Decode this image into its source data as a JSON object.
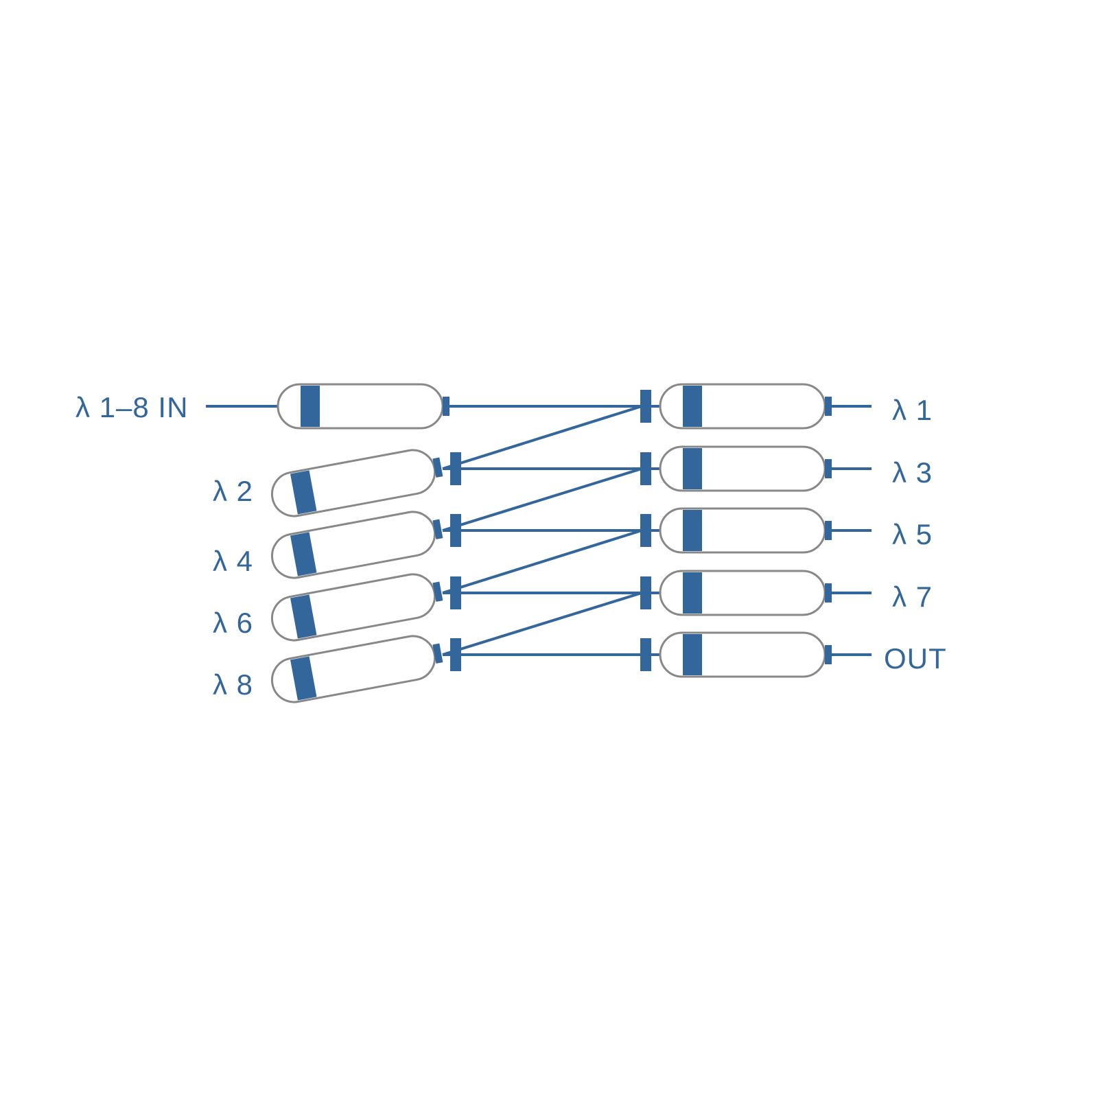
{
  "colors": {
    "signal": "#33669a",
    "outline": "#888888",
    "background": "#ffffff"
  },
  "labels": {
    "input": "λ 1–8 IN",
    "left": [
      "λ 2",
      "λ 4",
      "λ 6",
      "λ 8"
    ],
    "right": [
      "λ 1",
      "λ 3",
      "λ 5",
      "λ 7",
      "OUT"
    ]
  }
}
